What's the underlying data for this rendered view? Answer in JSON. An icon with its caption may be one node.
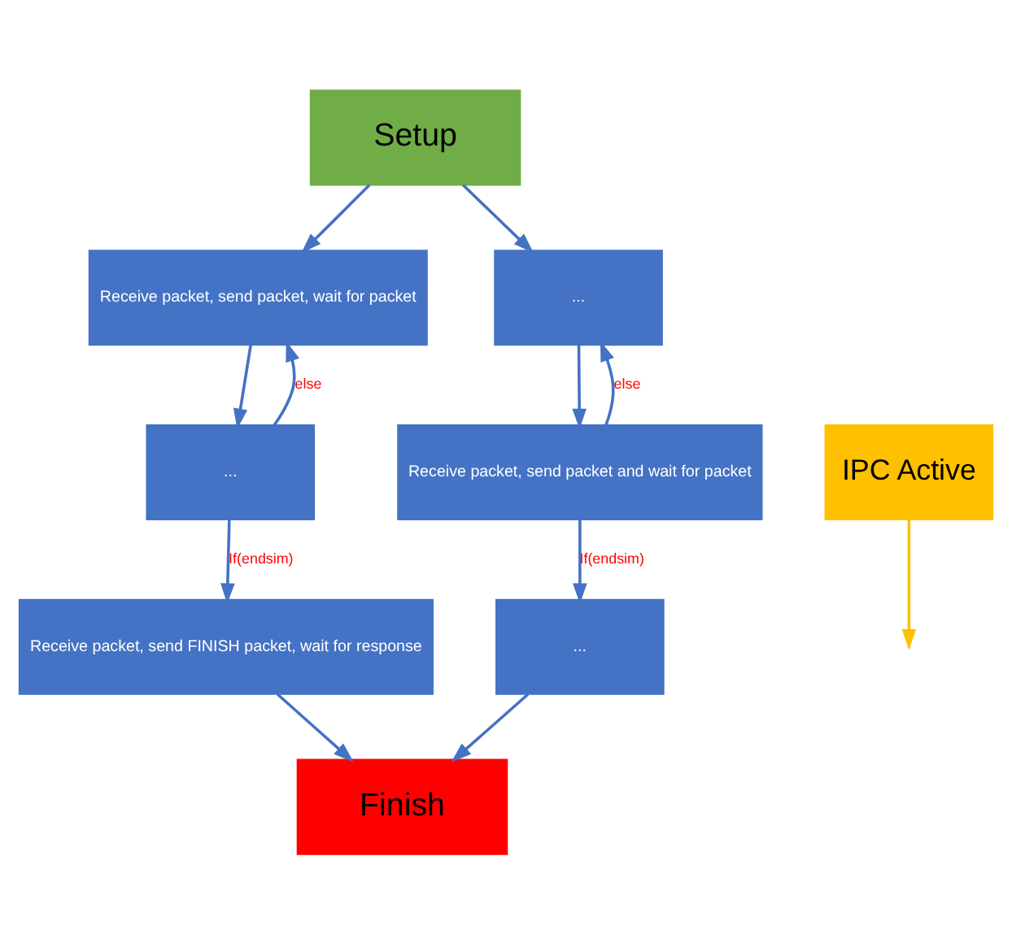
{
  "diagram": {
    "nodes": [
      {
        "text": [
          "Setup"
        ]
      },
      {
        "text": [
          "IPC Active"
        ]
      },
      {
        "text": [
          "Receive packet, send packet, wait for packet"
        ]
      },
      {
        "text": [
          "..."
        ]
      },
      {
        "text": [
          "..."
        ]
      },
      {
        "text": [
          "Receive packet, send packet and wait for packet"
        ]
      },
      {
        "text": [
          "Receive packet, send FINISH packet, wait for response"
        ]
      },
      {
        "text": [
          "..."
        ]
      },
      {
        "text": [
          "Finish"
        ]
      }
    ],
    "edges": [
      {
        "from": 0,
        "to": 2,
        "arrow": "to"
      },
      {
        "from": 0,
        "to": 3,
        "arrow": "to"
      },
      {
        "from": 2,
        "to": 4,
        "arrow": "to"
      },
      {
        "from": 4,
        "to": 2,
        "arrow": "to",
        "label": "else"
      },
      {
        "from": 3,
        "to": 5,
        "arrow": "to"
      },
      {
        "from": 5,
        "to": 3,
        "arrow": "to",
        "label": "else"
      },
      {
        "from": 4,
        "to": 6,
        "arrow": "to",
        "label": "If(endsim)"
      },
      {
        "from": 5,
        "to": 7,
        "arrow": "to",
        "label": "If(endsim)"
      },
      {
        "from": 6,
        "to": 8,
        "arrow": "to"
      },
      {
        "from": 7,
        "to": 8,
        "arrow": "to"
      },
      {
        "from": 1,
        "to": null,
        "arrow": "to",
        "color": "#ffc000"
      }
    ]
  }
}
